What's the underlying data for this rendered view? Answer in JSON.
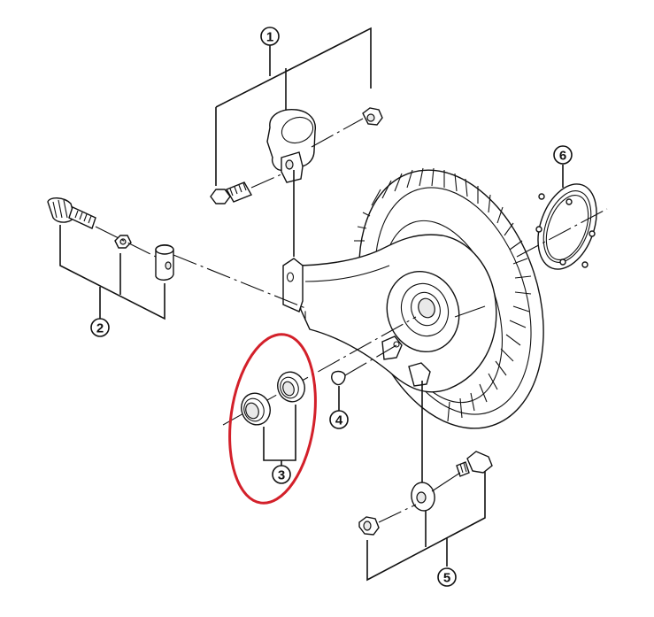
{
  "diagram": {
    "title": "Roller brake exploded parts view",
    "colors": {
      "line": "#111111",
      "background": "#ffffff",
      "highlight": "#d3202a"
    },
    "callouts": [
      {
        "id": "1",
        "label": "1",
        "parts": [
          "clamp band",
          "clamp bolt",
          "clamp nut"
        ]
      },
      {
        "id": "2",
        "label": "2",
        "parts": [
          "cable adjusting bolt",
          "lock nut",
          "cable fixing barrel"
        ]
      },
      {
        "id": "3",
        "label": "3",
        "parts": [
          "seal ring",
          "seal ring"
        ]
      },
      {
        "id": "4",
        "label": "4",
        "parts": [
          "cap"
        ]
      },
      {
        "id": "5",
        "label": "5",
        "parts": [
          "fixing nut",
          "washer",
          "fixing bolt"
        ]
      },
      {
        "id": "6",
        "label": "6",
        "parts": [
          "seal ring with tabs"
        ]
      }
    ],
    "highlighted_callout": "3",
    "highlight_shape": "ellipse"
  }
}
